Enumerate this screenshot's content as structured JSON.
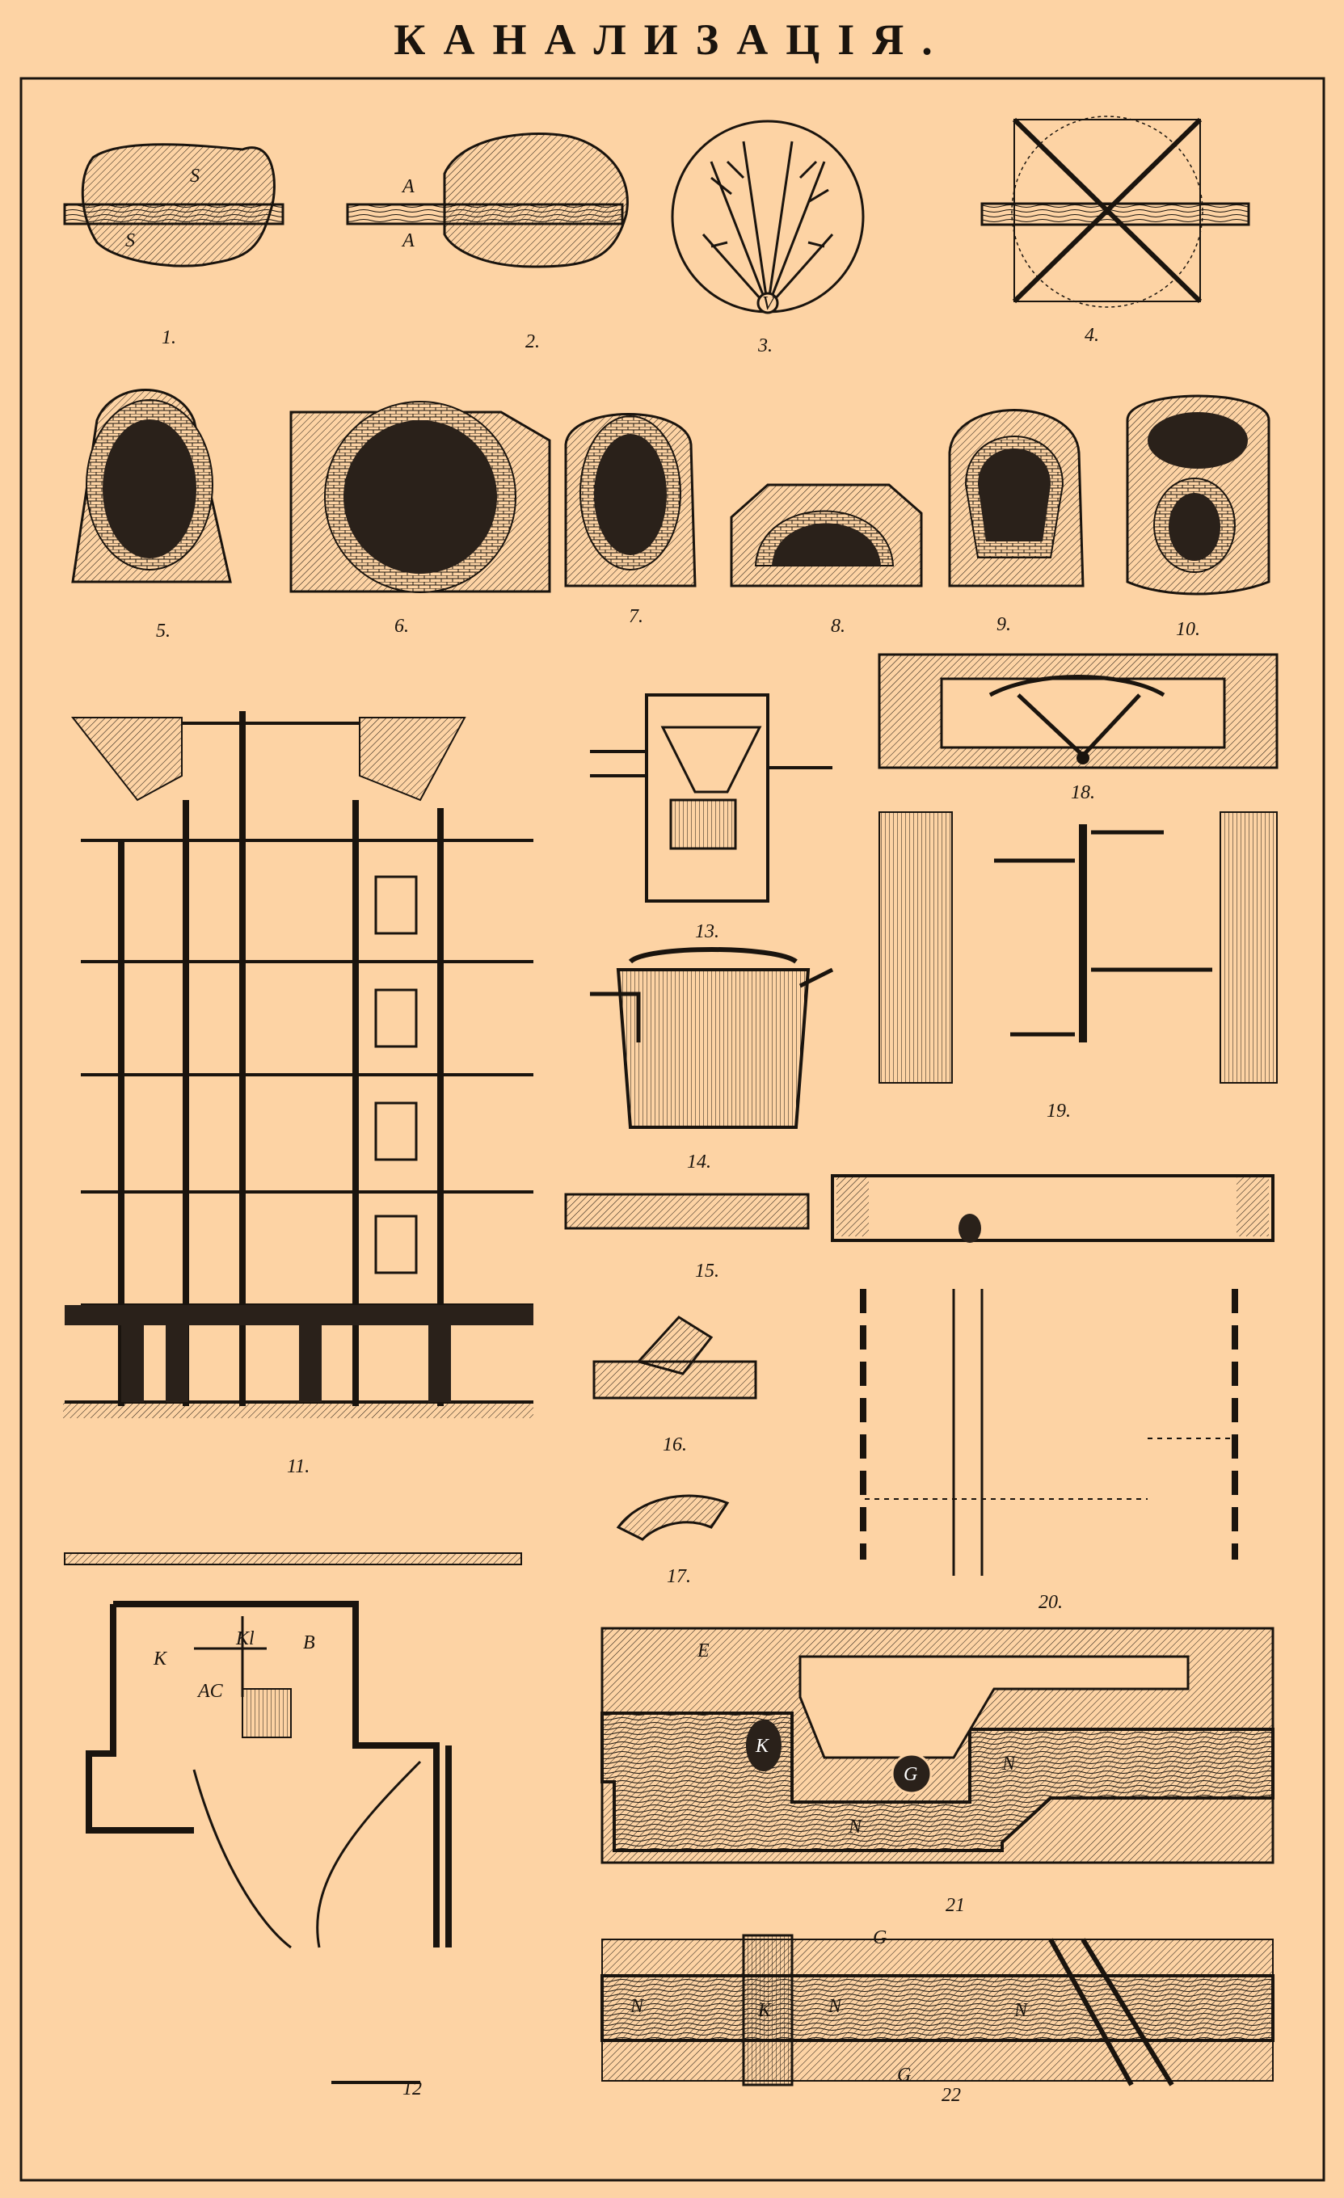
{
  "title": "КАНАЛИЗАЦІЯ.",
  "figures": {
    "f1": "1.",
    "f2": "2.",
    "f3": "3.",
    "f4": "4.",
    "f5": "5.",
    "f6": "6.",
    "f7": "7.",
    "f8": "8.",
    "f9": "9.",
    "f10": "10.",
    "f11": "11.",
    "f12": "12",
    "f13": "13.",
    "f14": "14.",
    "f15": "15.",
    "f16": "16.",
    "f17": "17.",
    "f18": "18.",
    "f19": "19.",
    "f20": "20.",
    "f21": "21",
    "f22": "22"
  },
  "labels": {
    "s": "S",
    "a": "A",
    "v": "V",
    "k": "K",
    "kl": "Kl",
    "b": "B",
    "ac": "AC",
    "e": "E",
    "g": "G",
    "n": "N"
  },
  "colors": {
    "paper": "#fdd3a4",
    "ink": "#1a140e",
    "cutaway": "#2a211a"
  }
}
